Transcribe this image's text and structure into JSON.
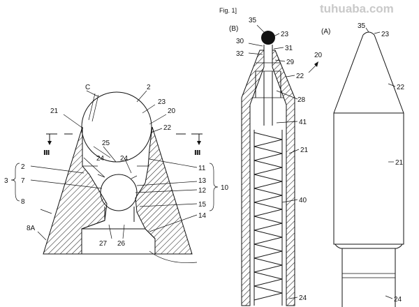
{
  "header": {
    "fig_label": "Fig. 1]",
    "watermark": "tuhuaba.com"
  },
  "left_figure": {
    "labels": {
      "c": "C",
      "l2_top": "2",
      "l23": "23",
      "l21": "21",
      "l20": "20",
      "l22": "22",
      "section_left": "Ⅲ",
      "section_right": "Ⅲ",
      "l25": "25",
      "l24a": "24",
      "l24b": "24",
      "l2_left": "2",
      "l3": "3",
      "l7": "7",
      "l8": "8",
      "l8a": "8A",
      "l11": "11",
      "l13": "13",
      "l12": "12",
      "l15": "15",
      "l14": "14",
      "l10": "10",
      "l27": "27",
      "l26": "26"
    }
  },
  "middle_figure": {
    "labels": {
      "view": "(B)",
      "l35": "35",
      "l23": "23",
      "l30": "30",
      "l31": "31",
      "l32": "32",
      "l29": "29",
      "l22": "22",
      "l20": "20",
      "l28": "28",
      "l41": "41",
      "l21": "21",
      "l40": "40",
      "l24": "24"
    }
  },
  "right_figure": {
    "labels": {
      "view": "(A)",
      "l35": "35",
      "l23": "23",
      "l22": "22",
      "l21": "21",
      "l24": "24"
    }
  }
}
